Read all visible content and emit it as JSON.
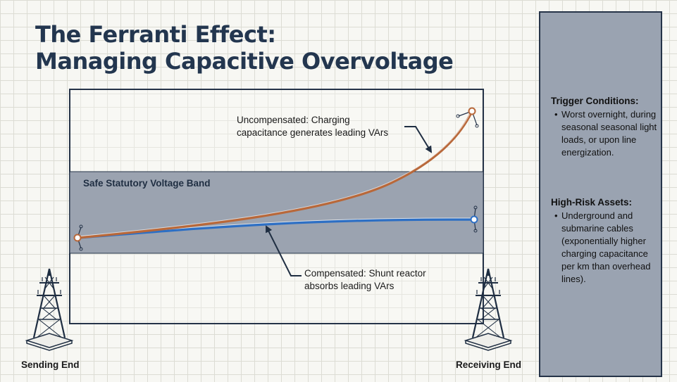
{
  "title": {
    "line1": "The Ferranti Effect:",
    "line2": "Managing Capacitive Overvoltage"
  },
  "band": {
    "label": "Safe Statutory Voltage Band"
  },
  "annotations": {
    "uncompensated": {
      "line1": "Uncompensated: Charging",
      "line2": "capacitance generates leading VArs"
    },
    "compensated": {
      "line1": "Compensated: Shunt reactor",
      "line2": "absorbs leading VArs"
    }
  },
  "ends": {
    "sending": "Sending End",
    "receiving": "Receiving End"
  },
  "sidebar": {
    "trigger": {
      "heading": "Trigger Conditions:",
      "item": "Worst overnight, during seasonal seasonal light loads, or upon line energization."
    },
    "risk": {
      "heading": "High-Risk Assets:",
      "item": "Underground and submarine cables (exponentially higher charging capacitance per km than overhead lines)."
    }
  },
  "colors": {
    "uncompensated": "#b8683a",
    "compensated": "#2d6fc4",
    "band": "#9ba3b0",
    "frame": "#253348",
    "sidebar": "#9aa3b1"
  },
  "icons": [
    "transmission-tower-icon",
    "arrow-icon"
  ]
}
